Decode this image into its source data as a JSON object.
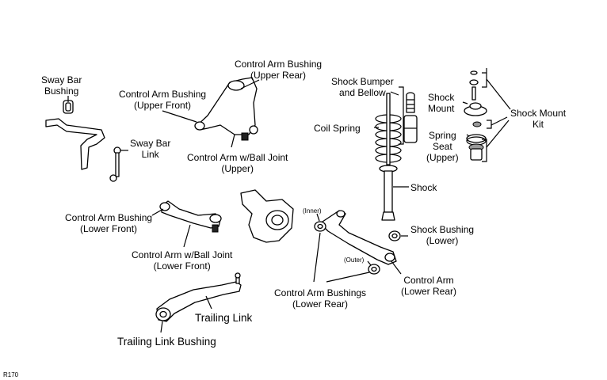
{
  "figure_code": "R170",
  "labels": {
    "sway_bar_bushing": [
      "Sway Bar",
      "Bushing"
    ],
    "sway_bar_link": [
      "Sway Bar",
      "Link"
    ],
    "control_arm_bushing_upper_front": [
      "Control Arm Bushing",
      "(Upper Front)"
    ],
    "control_arm_bushing_upper_rear": [
      "Control Arm Bushing",
      "(Upper Rear)"
    ],
    "control_arm_ball_joint_upper": [
      "Control Arm w/Ball Joint",
      "(Upper)"
    ],
    "shock_bumper_and_bellow": [
      "Shock Bumper",
      "and Bellow"
    ],
    "coil_spring": "Coil Spring",
    "shock_mount": [
      "Shock",
      "Mount"
    ],
    "spring_seat_upper": [
      "Spring",
      "Seat",
      "(Upper)"
    ],
    "shock_mount_kit": [
      "Shock Mount",
      "Kit"
    ],
    "shock": "Shock",
    "control_arm_bushing_lower_front": [
      "Control Arm Bushing",
      "(Lower Front)"
    ],
    "control_arm_ball_joint_lower_front": [
      "Control Arm w/Ball Joint",
      "(Lower Front)"
    ],
    "inner": "(Inner)",
    "outer": "(Outer)",
    "shock_bushing_lower": [
      "Shock Bushing",
      "(Lower)"
    ],
    "control_arm_bushings_lower_rear": [
      "Control Arm Bushings",
      "(Lower Rear)"
    ],
    "control_arm_lower_rear": [
      "Control Arm",
      "(Lower Rear)"
    ],
    "trailing_link": "Trailing Link",
    "trailing_link_bushing": "Trailing Link Bushing"
  }
}
